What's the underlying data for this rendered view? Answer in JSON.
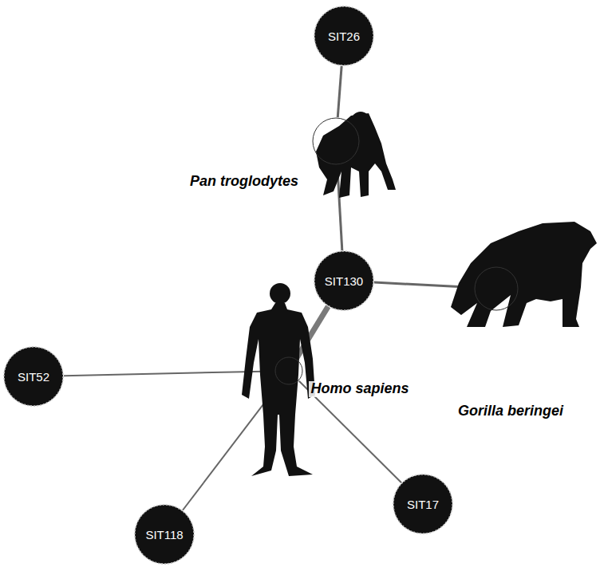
{
  "diagram": {
    "nodes": [
      {
        "text": [
          "SIT26"
        ]
      },
      {
        "text": [
          "Pan troglodytes"
        ]
      },
      {
        "text": [
          "SIT130"
        ]
      },
      {
        "text": [
          "Gorilla beringei"
        ]
      },
      {
        "text": [
          "SIT52"
        ]
      },
      {
        "text": [
          "Homo sapiens"
        ]
      },
      {
        "text": [
          "SIT118"
        ]
      },
      {
        "text": [
          "SIT17"
        ]
      }
    ],
    "edges": [
      {
        "from": 0,
        "to": 1,
        "arrow": "none"
      },
      {
        "from": 1,
        "to": 2,
        "arrow": "none"
      },
      {
        "from": 2,
        "to": 3,
        "arrow": "none"
      },
      {
        "from": 2,
        "to": 5,
        "arrow": "none"
      },
      {
        "from": 4,
        "to": 5,
        "arrow": "none"
      },
      {
        "from": 6,
        "to": 5,
        "arrow": "none"
      },
      {
        "from": 7,
        "to": 5,
        "arrow": "none"
      }
    ]
  }
}
